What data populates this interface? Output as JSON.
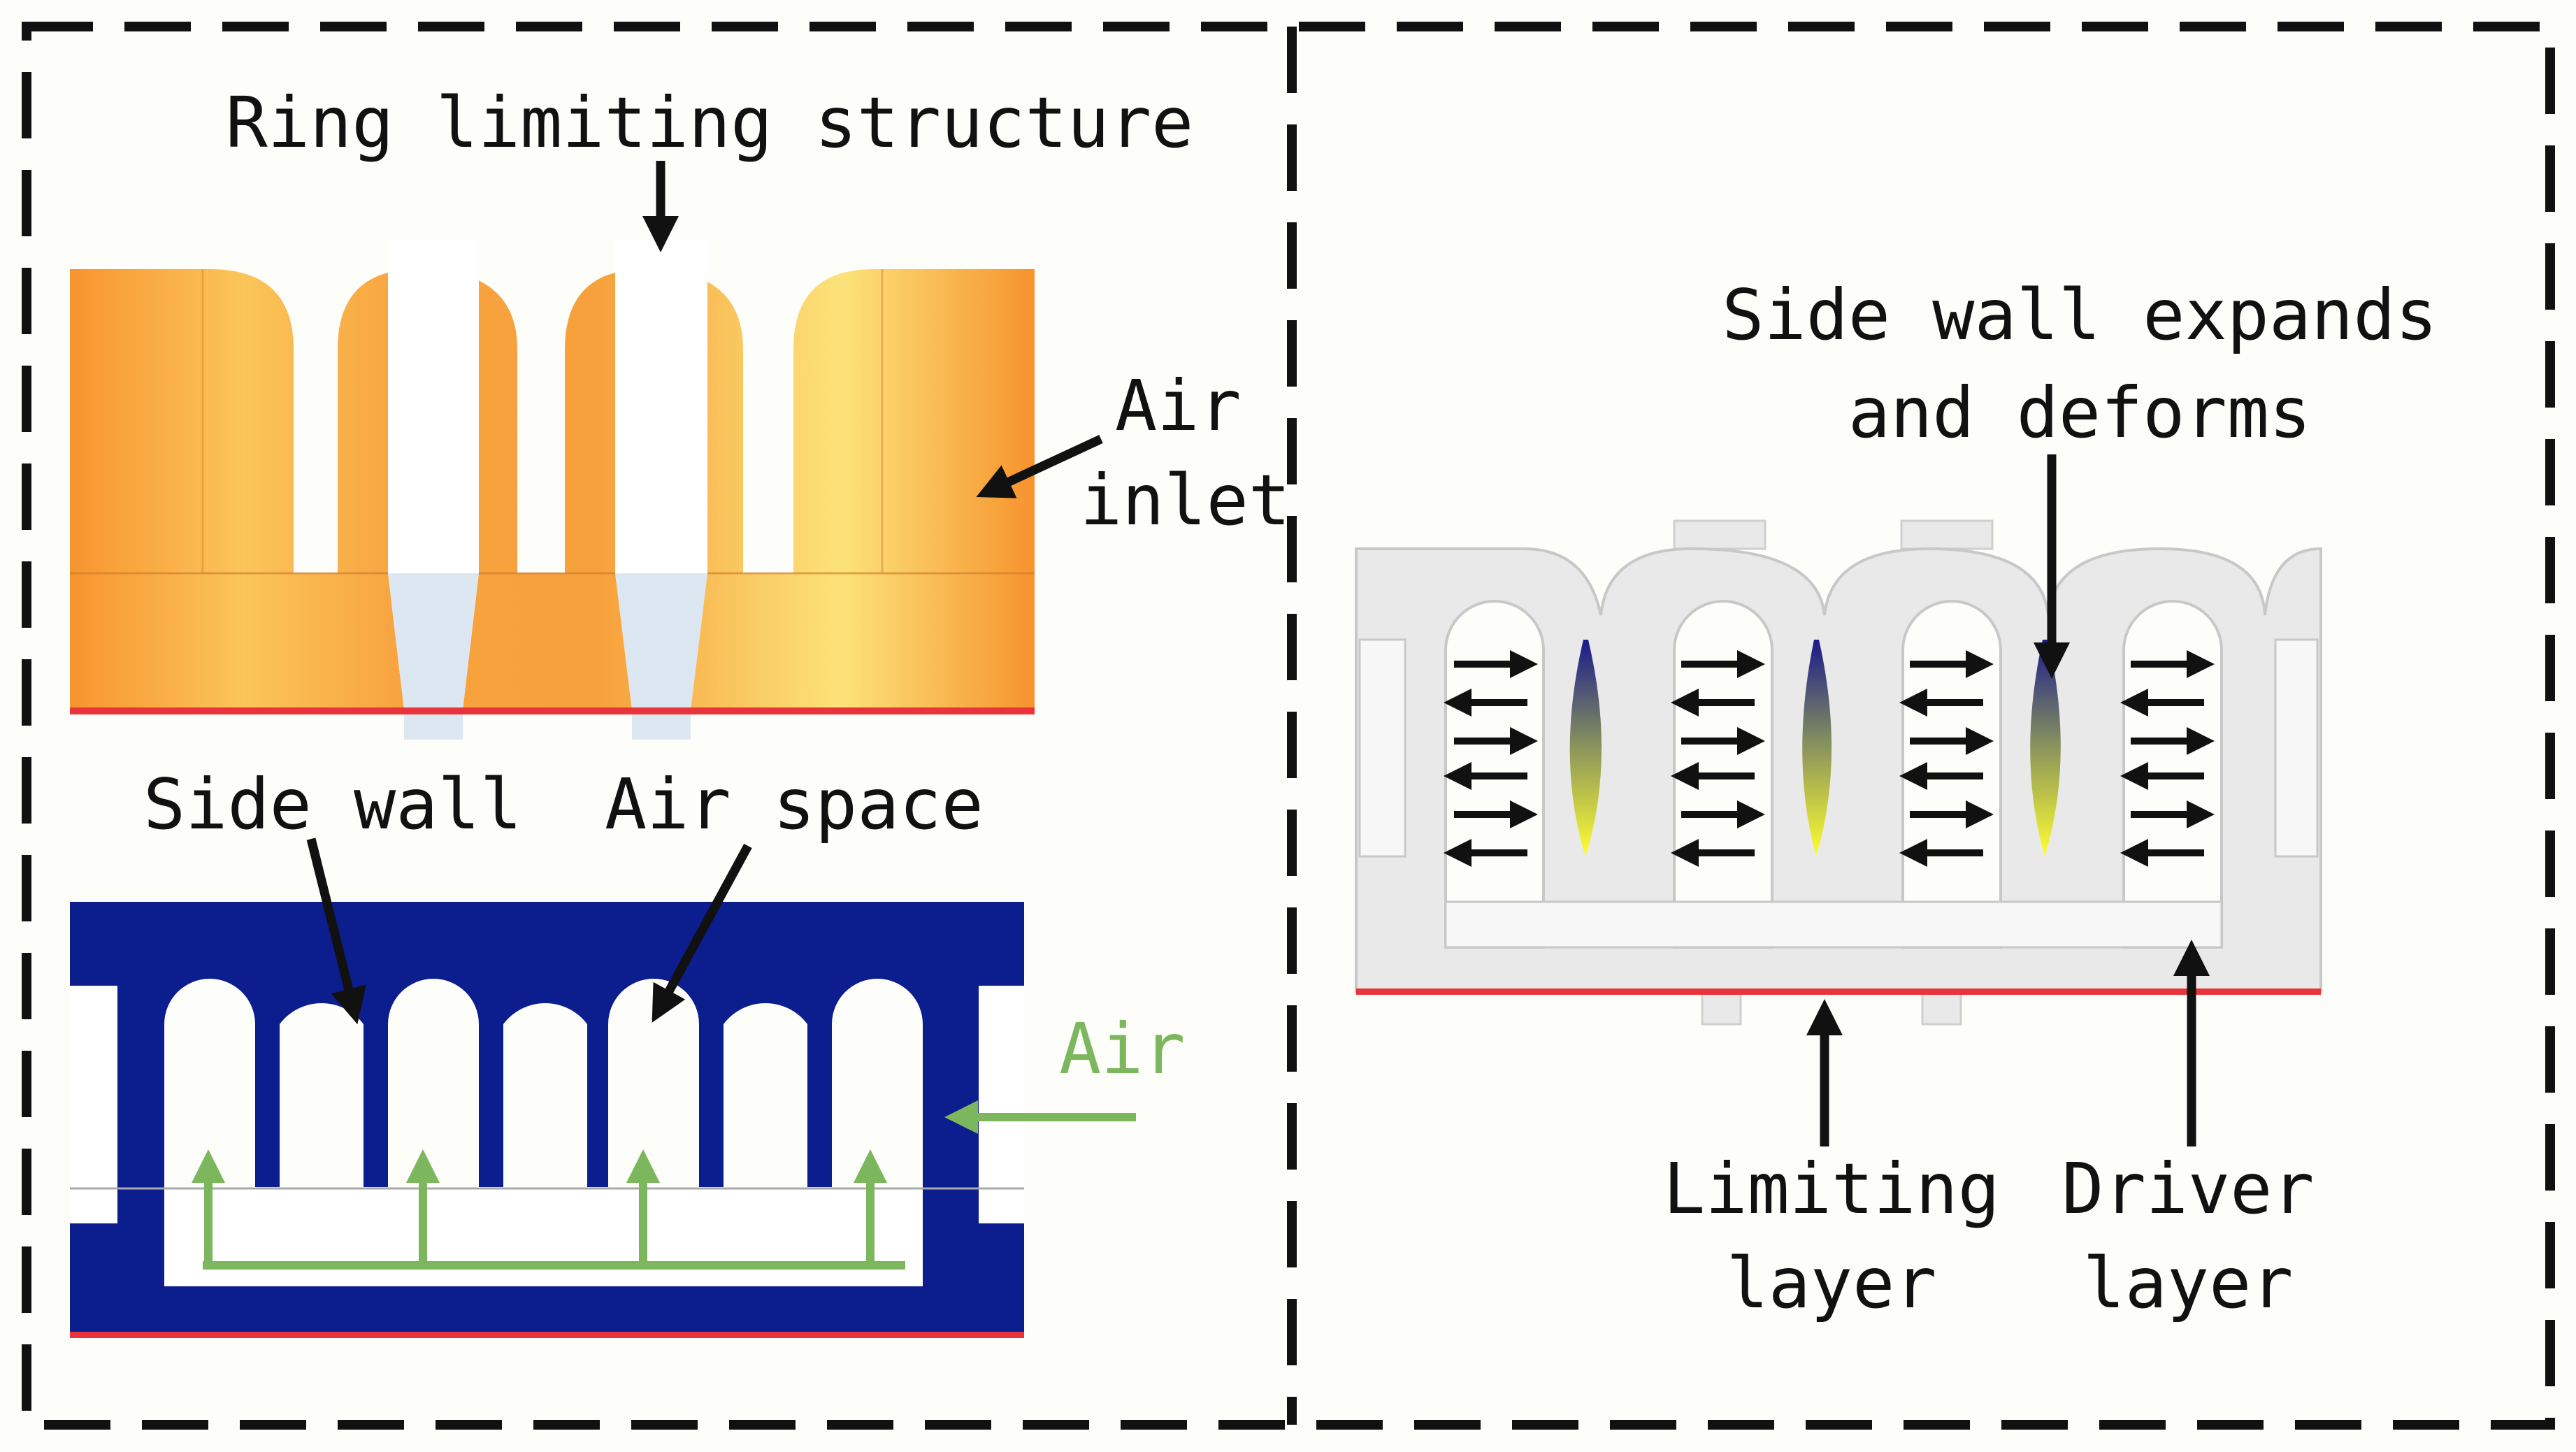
{
  "labels": {
    "ring_limiting_structure": "Ring limiting structure",
    "air_inlet_line1": "Air",
    "air_inlet_line2": "inlet",
    "side_wall": "Side wall",
    "air_space": "Air space",
    "air": "Air",
    "side_wall_expands_line1": "Side wall expands",
    "side_wall_expands_line2": "and deforms",
    "limiting_layer_line1": "Limiting",
    "limiting_layer_line2": "layer",
    "driver_layer_line1": "Driver",
    "driver_layer_line2": "layer"
  },
  "colors": {
    "background": "#fdfdf9",
    "dashed_frame": "#111111",
    "orange_model": "#f7a13c",
    "orange_highlight": "#fce37a",
    "blue_model": "#0c1d8e",
    "red_layer": "#e8343a",
    "air_flow_green": "#7cb75e",
    "deformed_model_gray": "#e9e9e9",
    "deformation_yellow": "#ffff30",
    "deformation_blue": "#1a1a8c"
  },
  "icons": [
    "down-arrow",
    "left-arrow",
    "up-arrow",
    "double-arrow-left",
    "double-arrow-right"
  ]
}
